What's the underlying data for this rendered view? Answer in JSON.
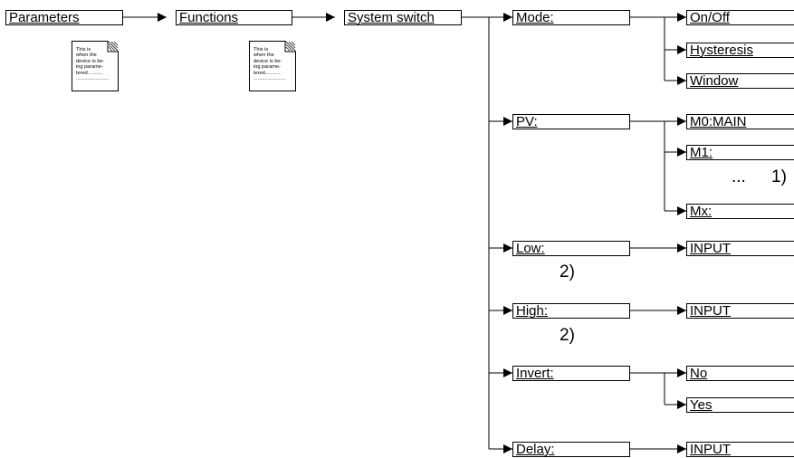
{
  "main_chain": {
    "parameters": "Parameters",
    "functions": "Functions",
    "system_switch": "System switch"
  },
  "docs": [
    "This is\nwhen the\ndevice is be-\ning parame-\ntered...........\n.......................",
    "This is\nwhen the\ndevice is be-\ning parame-\ntered...........\n......................."
  ],
  "params": {
    "mode": "Mode:",
    "pv": "PV:",
    "low": "Low:",
    "high": "High:",
    "invert": "Invert:",
    "delay": "Delay:"
  },
  "options": {
    "mode": [
      "On/Off",
      "Hysteresis",
      "Window"
    ],
    "pv": [
      "M0:MAIN",
      "M1:",
      "Mx:"
    ],
    "low": "INPUT",
    "high": "INPUT",
    "invert": [
      "No",
      "Yes"
    ],
    "delay": "INPUT"
  },
  "notes": {
    "pv_ellipsis": "...",
    "footnote_1": "1)",
    "footnote_low": "2)",
    "footnote_high": "2)"
  }
}
